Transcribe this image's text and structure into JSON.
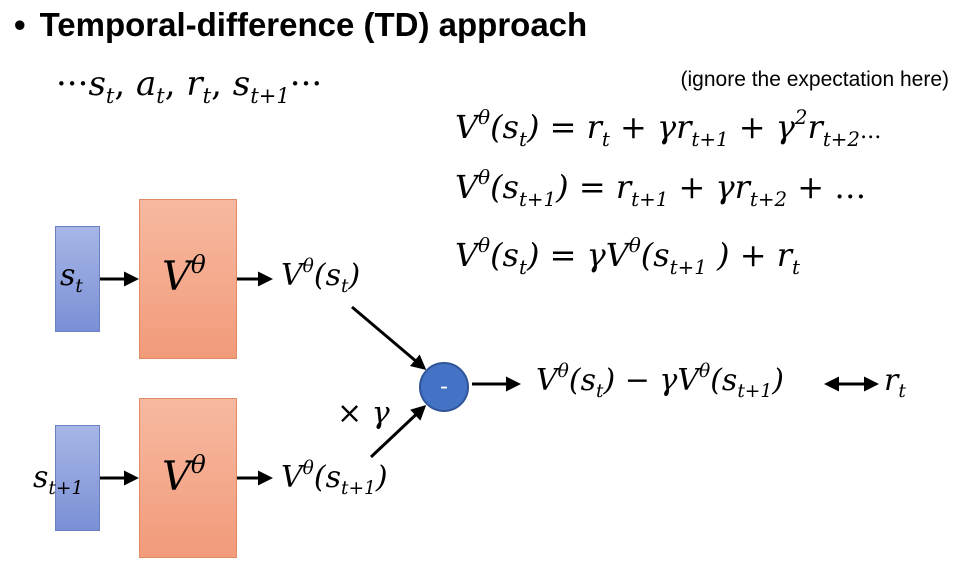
{
  "title": {
    "bullet": "•",
    "text": "Temporal-difference (TD) approach"
  },
  "note": "(ignore the expectation here)",
  "sequence": {
    "lead": "···",
    "s": "s",
    "s_sub": "t",
    "c1": ", ",
    "a": "a",
    "a_sub": "t",
    "c2": ", ",
    "r": "r",
    "r_sub": "t",
    "c3": ", ",
    "s2": "s",
    "s2_sub": "t+1",
    "trail": "···"
  },
  "equations": {
    "eq1": {
      "lhs_v": "V",
      "lhs_sup": "θ",
      "lhs_arg": "(s",
      "lhs_sub": "t",
      "lhs_close": ")",
      "rhs": " = r",
      "r0_sub": "t",
      "p1": " + γr",
      "r1_sub": "t+1",
      "p2": " + γ",
      "g_sup": "2",
      "p3": "r",
      "r2_sub": "t+2",
      "tail": "..."
    },
    "eq2": {
      "lhs_v": "V",
      "lhs_sup": "θ",
      "lhs_arg": "(s",
      "lhs_sub": "t+1",
      "lhs_close": ")",
      "rhs": " = r",
      "r0_sub": "t+1",
      "p1": " + γr",
      "r1_sub": "t+2",
      "tail": " + …"
    },
    "eq3": {
      "lhs_v": "V",
      "lhs_sup": "θ",
      "lhs_arg": "(s",
      "lhs_sub": "t",
      "lhs_close": ")",
      "rhs": " = γV",
      "v_sup": "θ",
      "arg": "(s",
      "arg_sub": "t+1",
      "close": " ) + r",
      "r_sub": "t"
    }
  },
  "network_top": {
    "input": "s",
    "input_sub": "t",
    "model": "V",
    "model_sup": "θ",
    "output_v": "V",
    "output_sup": "θ",
    "output_arg": "(s",
    "output_sub": "t",
    "output_close": ")"
  },
  "network_bottom": {
    "input": "s",
    "input_sub": "t+1",
    "model": "V",
    "model_sup": "θ",
    "output_v": "V",
    "output_sup": "θ",
    "output_arg": "(s",
    "output_sub": "t+1",
    "output_close": ")"
  },
  "gamma_label": {
    "times": "× ",
    "gamma": "γ"
  },
  "minus_node": "-",
  "result": {
    "v1": "V",
    "v1_sup": "θ",
    "a1": "(s",
    "a1_sub": "t",
    "a1_close": ")",
    "minus": " − γV",
    "v2_sup": "θ",
    "a2": "(s",
    "a2_sub": "t+1",
    "a2_close": ")",
    "r": "r",
    "r_sub": "t"
  },
  "colors": {
    "input_box": "#8fa3df",
    "model_box": "#f4a98a",
    "minus_node": "#4472c4"
  }
}
